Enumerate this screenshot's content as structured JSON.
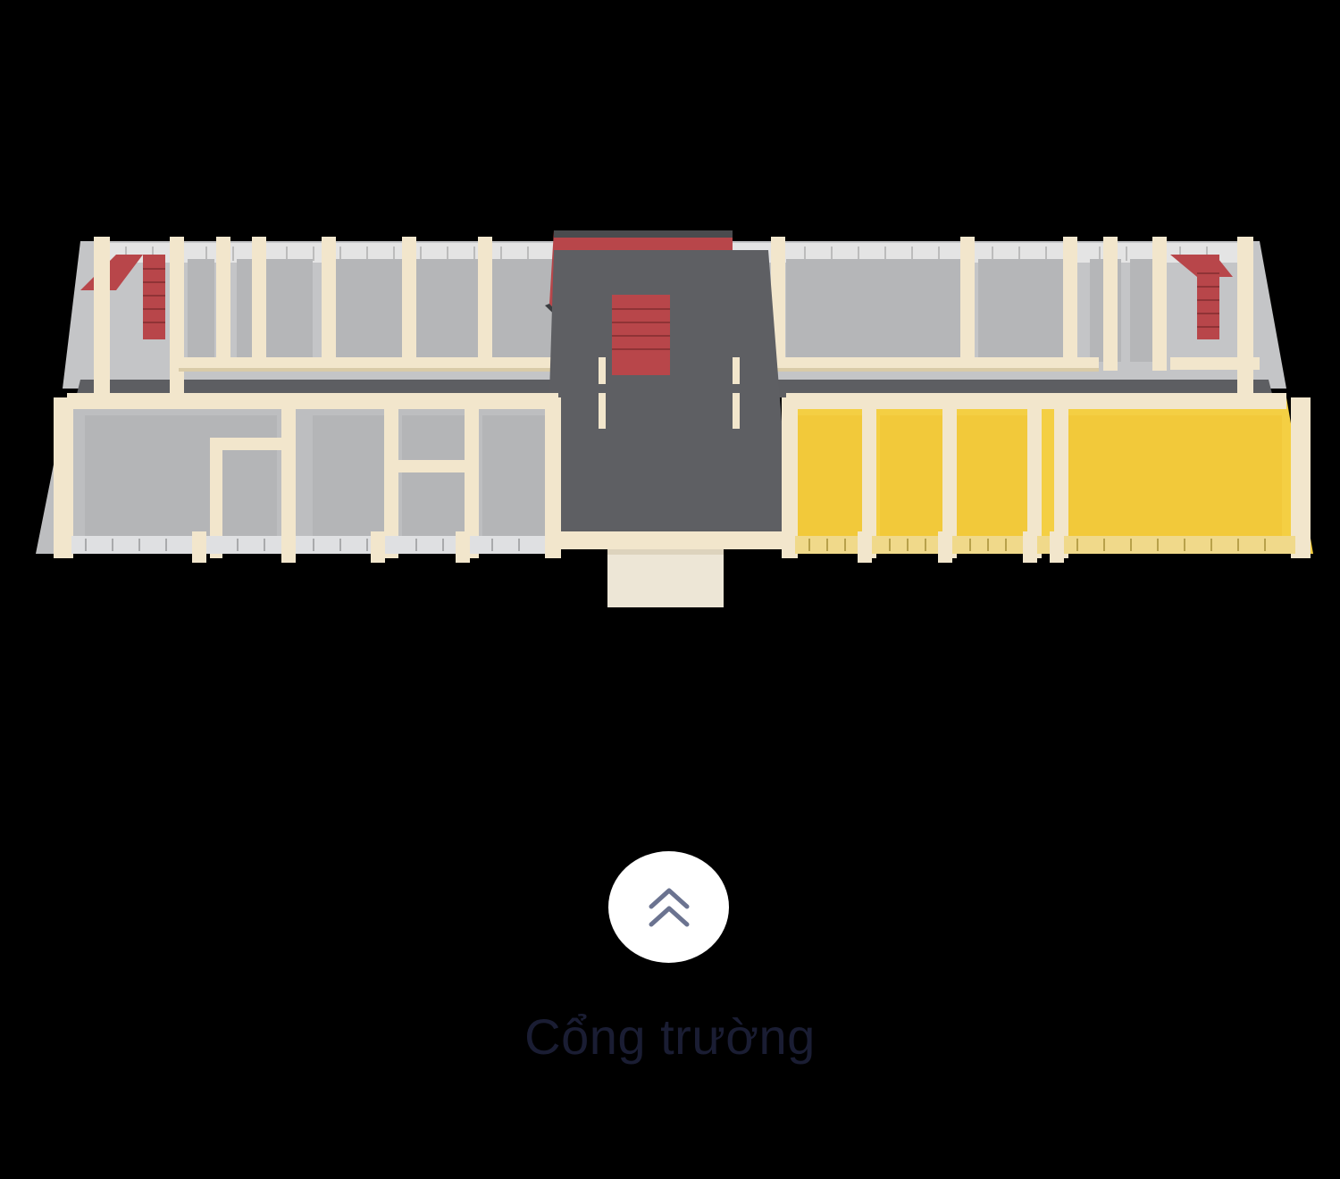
{
  "scene": {
    "background": "#000000",
    "floorplan": {
      "view": "3d-isometric-floor",
      "colors": {
        "wall": "#f2e6cc",
        "wall_shadow": "#d9cba8",
        "floor_gray": "#b9babc",
        "corridor": "#5e5f63",
        "stairs": "#b8464a",
        "highlight_room": "#f4cf43",
        "railing": "#e7e7e7",
        "entrance_step": "#ede6d6"
      },
      "highlighted_rooms": 4
    }
  },
  "navigation": {
    "up_button_icon": "double-chevron-up-icon",
    "up_button_bg": "#ffffff",
    "icon_color": "#6b7390",
    "location_label": "Cổng trường",
    "label_color": "#1a1d33"
  }
}
